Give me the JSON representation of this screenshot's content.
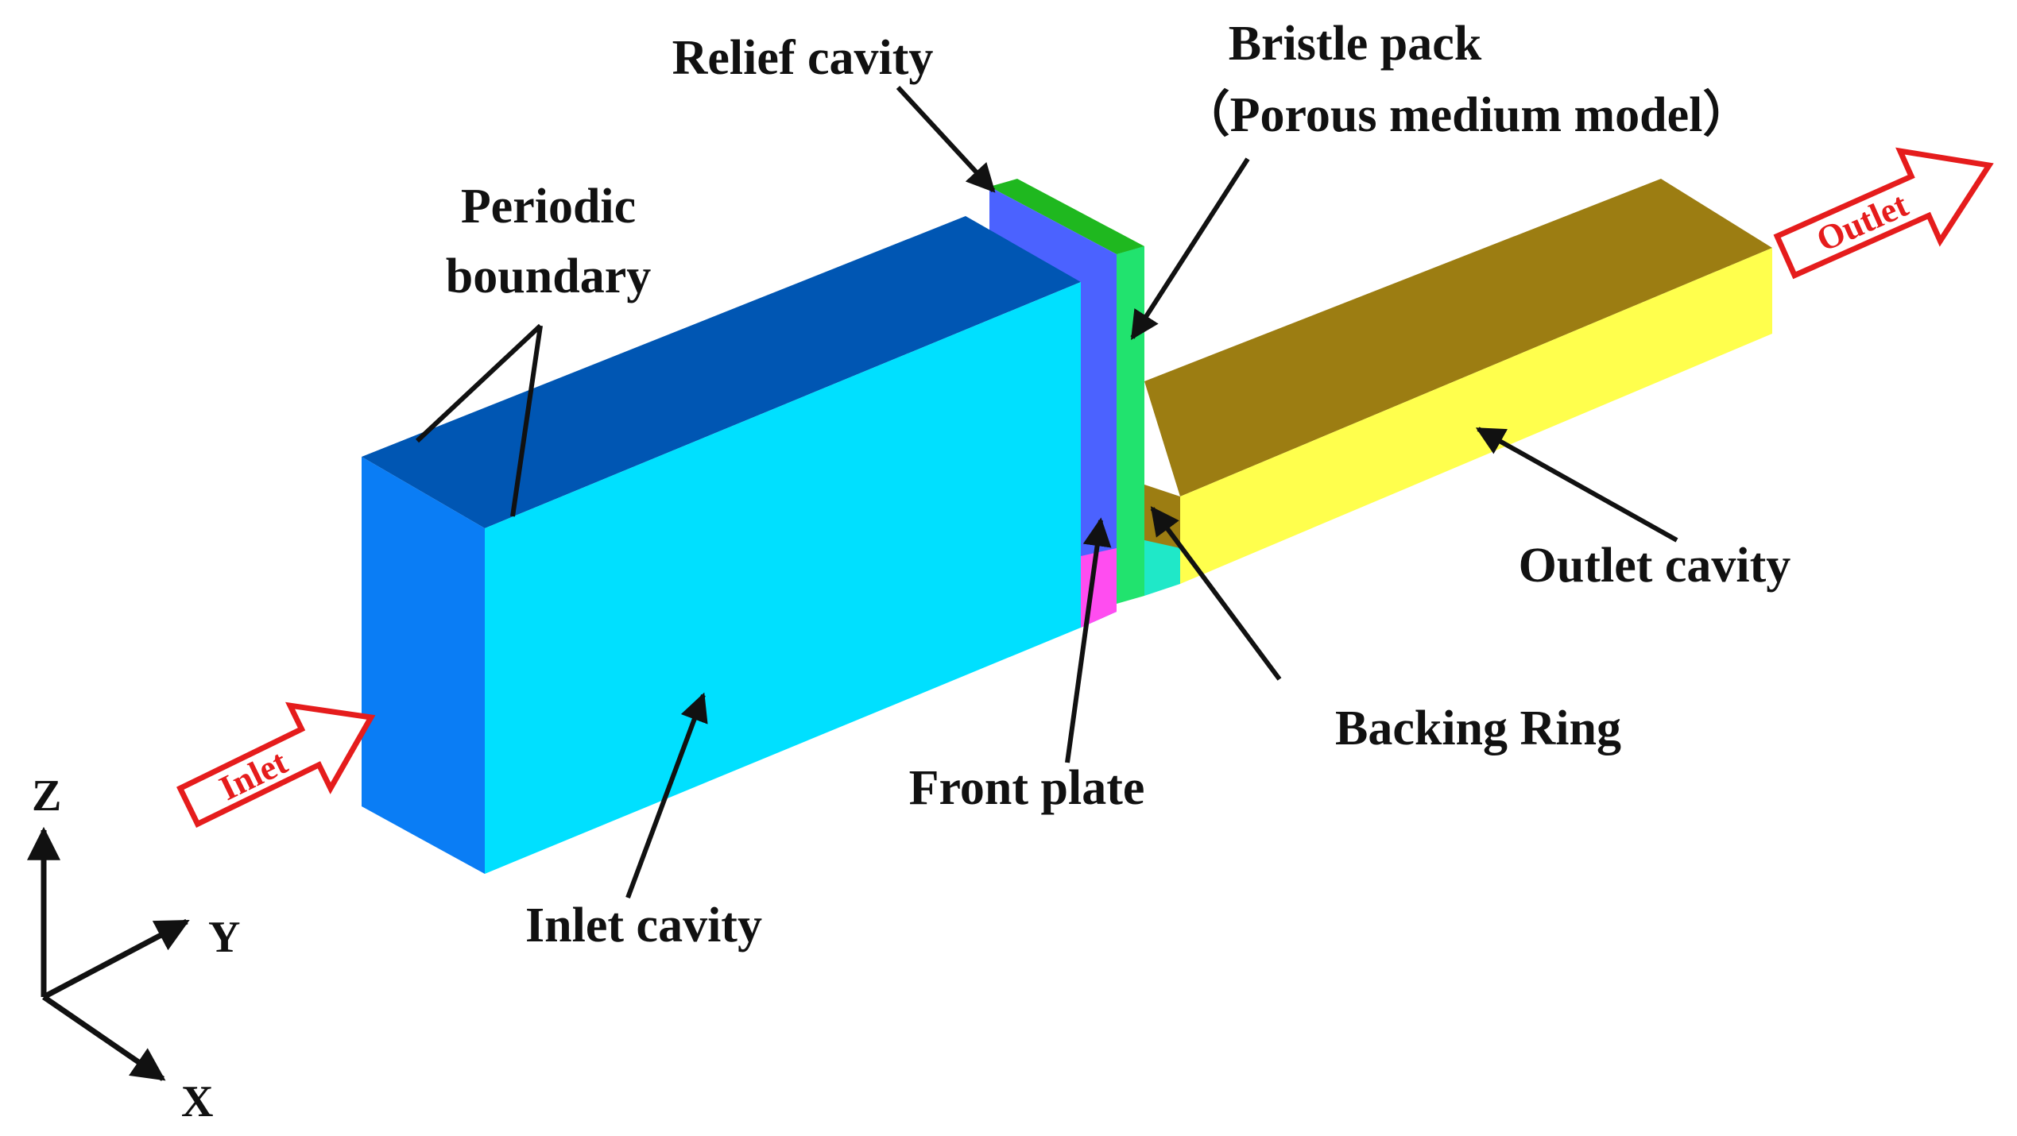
{
  "labels": {
    "relief_cavity": "Relief cavity",
    "bristle_pack_line1": "Bristle pack",
    "bristle_pack_line2": "（Porous medium model）",
    "periodic_line1": "Periodic",
    "periodic_line2": "boundary",
    "outlet_cavity": "Outlet cavity",
    "backing_ring": "Backing Ring",
    "front_plate": "Front plate",
    "inlet_cavity": "Inlet cavity"
  },
  "flow_arrows": {
    "inlet": "Inlet",
    "outlet": "Outlet"
  },
  "axes": {
    "z": "Z",
    "y": "Y",
    "x": "X"
  },
  "colors": {
    "inlet_top": "#0056B3",
    "inlet_front": "#00E0FF",
    "inlet_left": "#0A7DF5",
    "relief": "#4B62FF",
    "relief_top": "#1FB81F",
    "bristle": "#21E36E",
    "bristle_top": "#109A2E",
    "front_plate_bottom": "#FF4DF0",
    "backing_ring": "#1FE8C8",
    "outlet_top": "#9C7D12",
    "outlet_front": "#FFFF4D",
    "outlet_end": "#F5EB1A",
    "flow_arrow": "#E51C1C",
    "leader": "#111111"
  }
}
